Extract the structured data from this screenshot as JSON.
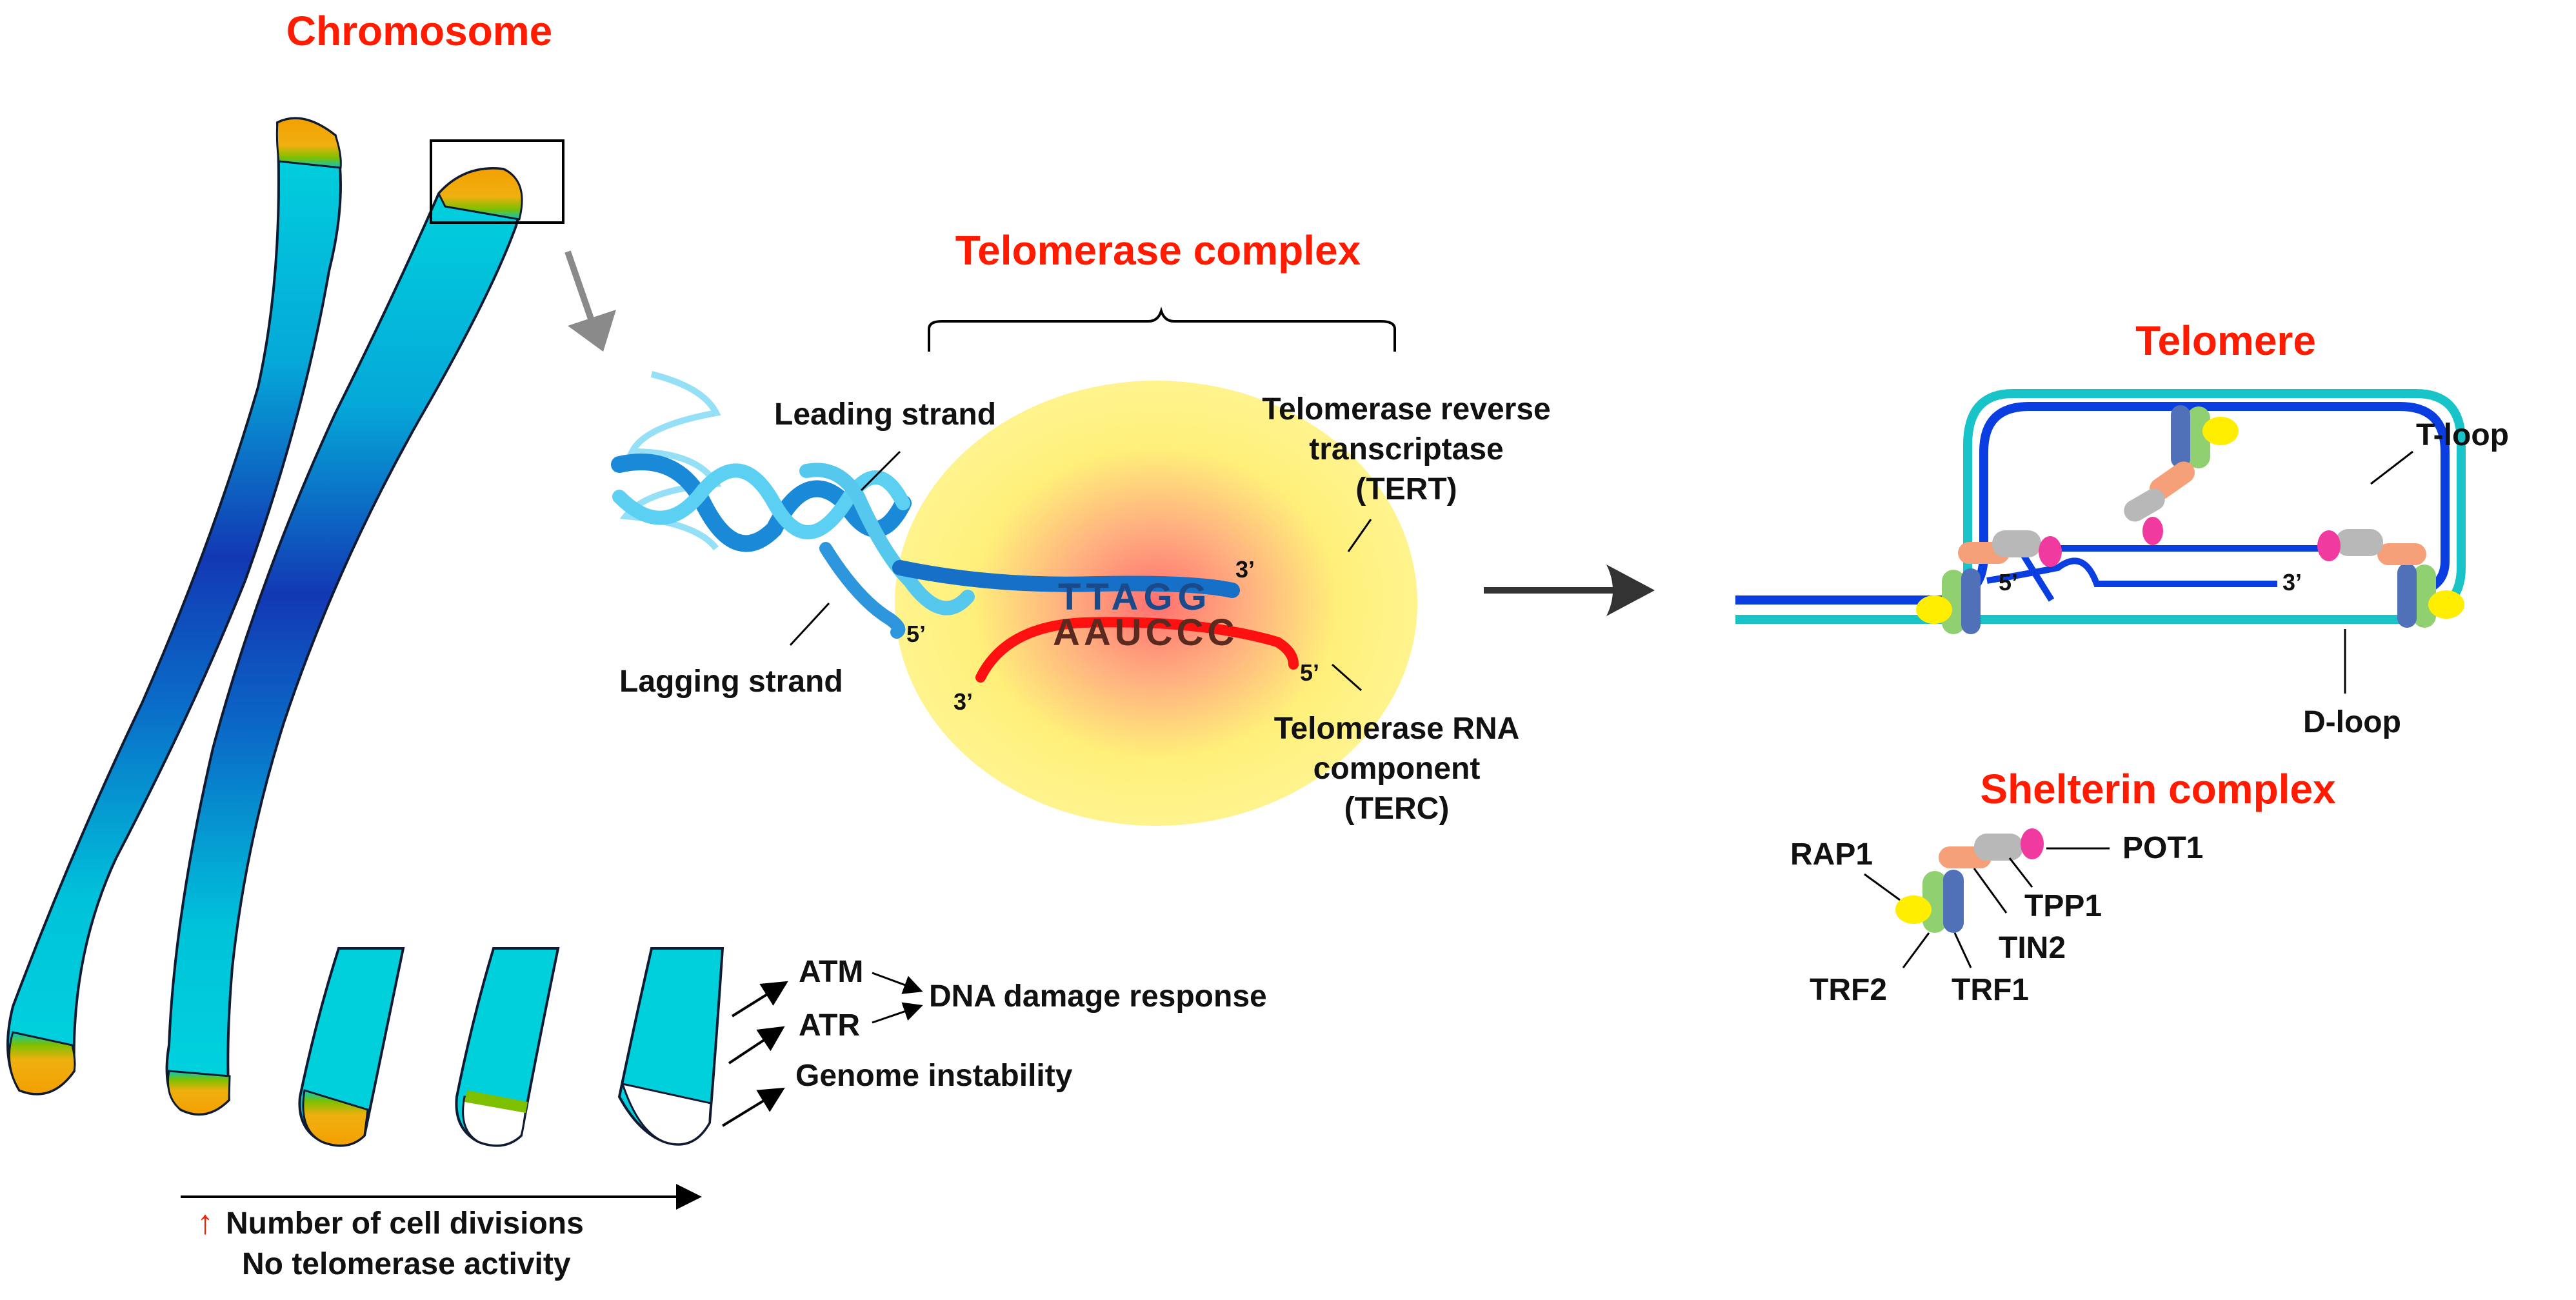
{
  "titles": {
    "chromosome": "Chromosome",
    "telomerase_complex": "Telomerase complex",
    "telomere": "Telomere",
    "shelterin_complex": "Shelterin complex"
  },
  "telomerase": {
    "leading_strand": "Leading strand",
    "lagging_strand": "Lagging strand",
    "tert_line1": "Telomerase reverse",
    "tert_line2": "transcriptase",
    "tert_line3": "(TERT)",
    "terc_line1": "Telomerase RNA",
    "terc_line2": "component",
    "terc_line3": "(TERC)",
    "dna_seq": "TTAGG",
    "rna_seq": "AAUCCC",
    "end_3_dna": "3’",
    "end_5_lagging": "5’",
    "end_3_rna": "3’",
    "end_5_rna": "5’"
  },
  "telomere": {
    "t_loop": "T-loop",
    "d_loop": "D-loop",
    "end_5": "5’",
    "end_3": "3’"
  },
  "shelterin": {
    "rap1": "RAP1",
    "pot1": "POT1",
    "tpp1": "TPP1",
    "tin2": "TIN2",
    "trf2": "TRF2",
    "trf1": "TRF1"
  },
  "response": {
    "atm": "ATM",
    "atr": "ATR",
    "dna_damage": "DNA damage response",
    "genome_instability": "Genome instability"
  },
  "divisions": {
    "arrow_glyph": "↑",
    "line1": "Number of cell divisions",
    "line2": "No telomerase activity"
  },
  "colors": {
    "title_red": "#ff1a00",
    "chromatid_cyan": "#00d4dc",
    "chromatid_blue": "#1030b0",
    "telomere_orange": "#f4a000",
    "dna_blue": "#1560d8",
    "dna_light": "#50ccf0",
    "rna_red": "#ff1010",
    "telomerase_yellow": "#fff08a",
    "telomere_teal": "#18c4c8",
    "telomere_blue": "#0a3ee0",
    "protein_orange": "#f6a07a",
    "protein_gray": "#b8b8b8",
    "protein_pink": "#f03aa0",
    "protein_green": "#90d070",
    "protein_slate": "#5070b8",
    "protein_yellow": "#ffee00"
  }
}
